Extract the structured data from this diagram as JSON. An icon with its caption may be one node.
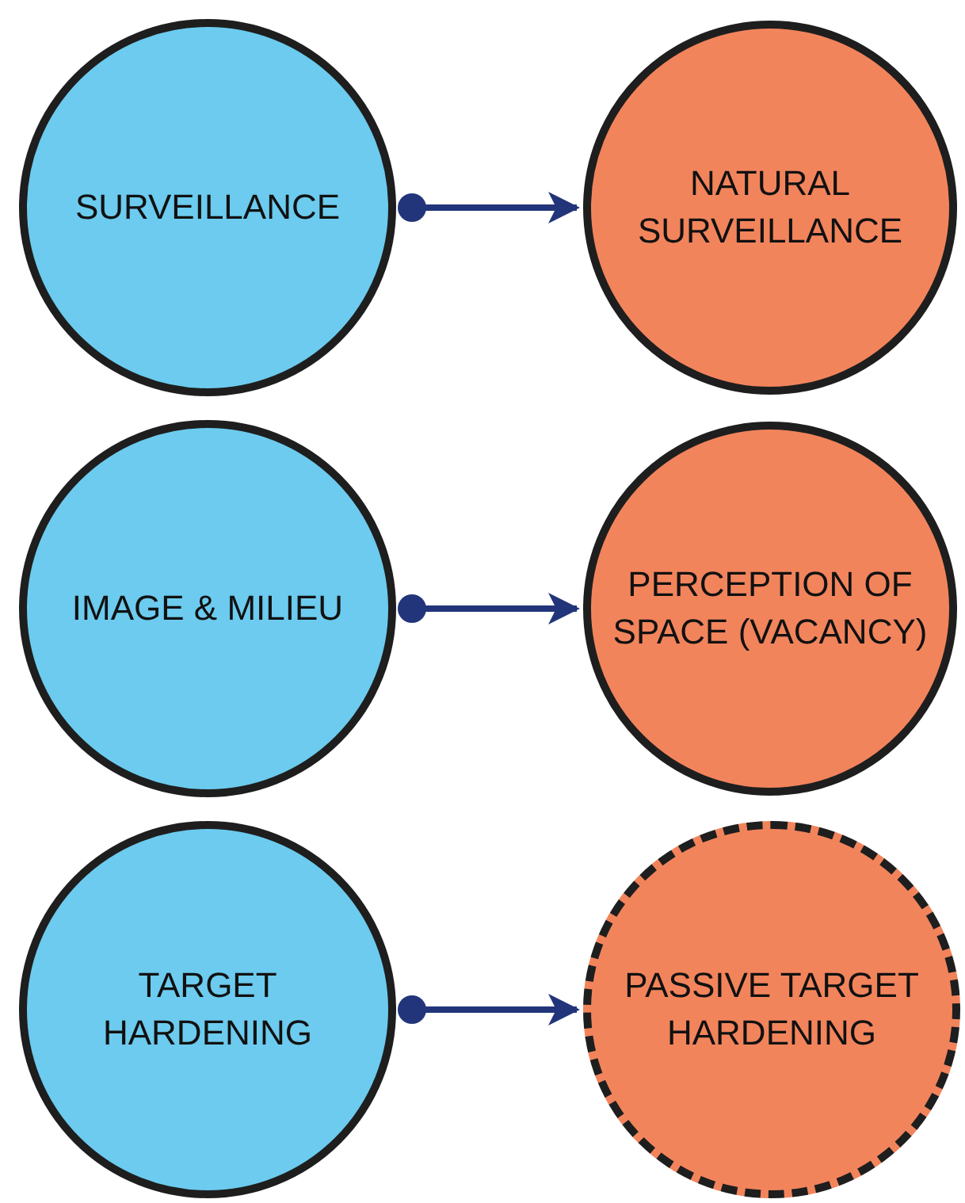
{
  "diagram": {
    "nodes": [
      {
        "text": [
          "SURVEILLANCE"
        ]
      },
      {
        "text": [
          "NATURAL SURVEILLANCE"
        ]
      },
      {
        "text": [
          "IMAGE & MILIEU"
        ]
      },
      {
        "text": [
          "PERCEPTION OF SPACE (VACANCY)"
        ]
      },
      {
        "text": [
          "TARGET HARDENING"
        ]
      },
      {
        "text": [
          "PASSIVE TARGET HARDENING"
        ]
      }
    ],
    "edges": [
      {
        "from": 0,
        "to": 1,
        "arrow": "to"
      },
      {
        "from": 2,
        "to": 3,
        "arrow": "to"
      },
      {
        "from": 4,
        "to": 5,
        "arrow": "to"
      }
    ]
  }
}
